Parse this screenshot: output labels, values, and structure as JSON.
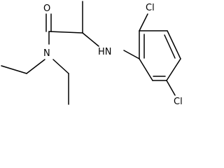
{
  "molecule": {
    "atoms": {
      "oxygen": "O",
      "amide_nitrogen": "N",
      "amine_group": "HN",
      "chlorine_top": "Cl",
      "chlorine_bottom": "Cl"
    }
  },
  "colors": {
    "background": "#ffffff",
    "bond": "#000000",
    "label": "#000000"
  }
}
